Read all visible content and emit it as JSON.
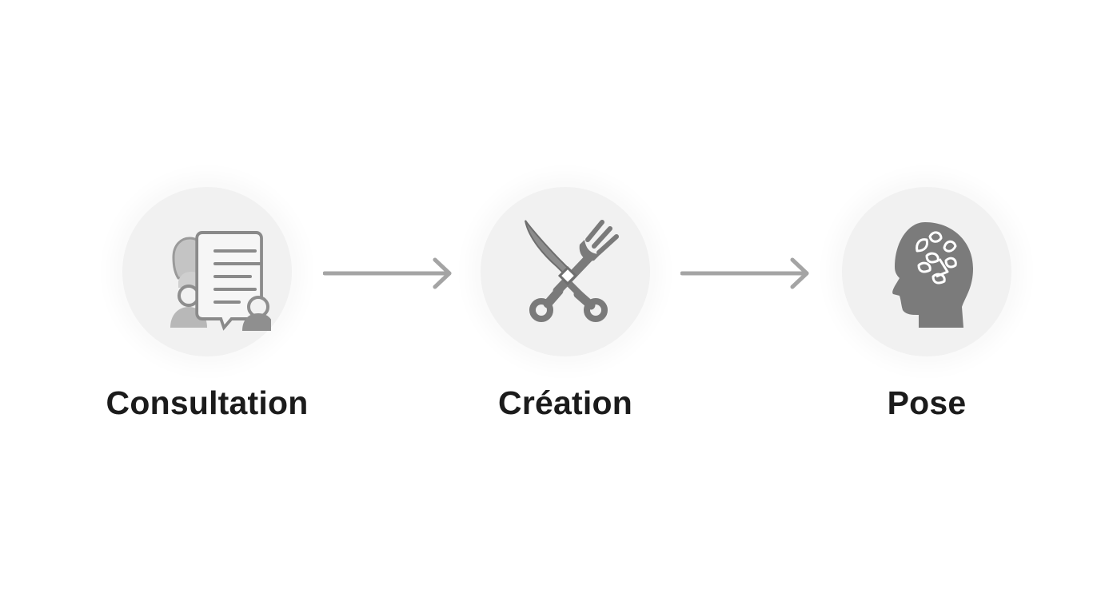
{
  "steps": [
    {
      "label": "Consultation",
      "icon": "consultation-icon"
    },
    {
      "label": "Création",
      "icon": "knife-fork-icon"
    },
    {
      "label": "Pose",
      "icon": "head-leaves-icon"
    }
  ],
  "colors": {
    "background": "#ffffff",
    "circle": "#f1f1f1",
    "icon": "#7a7a7a",
    "arrow": "#a4a4a4",
    "label": "#1b1b1b"
  }
}
